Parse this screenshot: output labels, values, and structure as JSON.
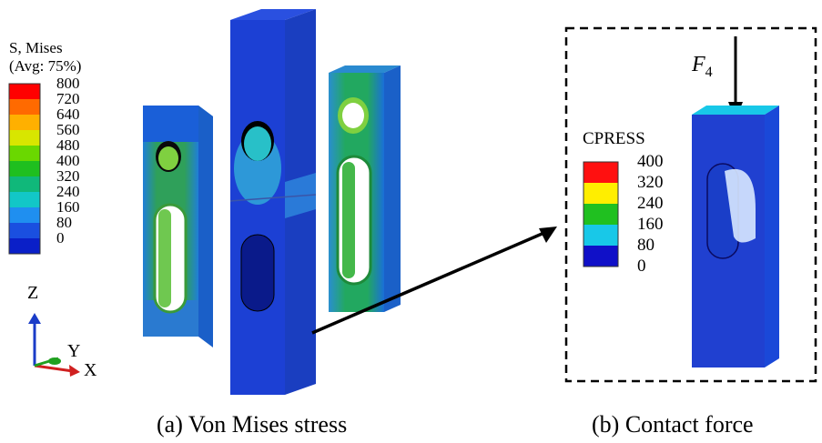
{
  "left_legend": {
    "title_line1": "S, Mises",
    "title_line2": "(Avg: 75%)",
    "values": [
      "800",
      "720",
      "640",
      "560",
      "480",
      "400",
      "320",
      "240",
      "160",
      "80",
      "0"
    ],
    "colors": [
      "#ff0000",
      "#ff6a00",
      "#ffb000",
      "#d8e600",
      "#6ad800",
      "#1fbf1f",
      "#10b87a",
      "#12c7c7",
      "#1f8ff0",
      "#1a4fe0",
      "#0a1fc8"
    ]
  },
  "right_legend": {
    "title": "CPRESS",
    "values": [
      "400",
      "320",
      "240",
      "160",
      "80",
      "0"
    ],
    "colors": [
      "#ff1010",
      "#ffee00",
      "#20c020",
      "#18c8e8",
      "#1010c8"
    ]
  },
  "axes": {
    "z": "Z",
    "y": "Y",
    "x": "X"
  },
  "force": {
    "symbol": "F",
    "subscript": "4"
  },
  "captions": {
    "a": "(a) Von Mises stress",
    "b": "(b) Contact force"
  }
}
